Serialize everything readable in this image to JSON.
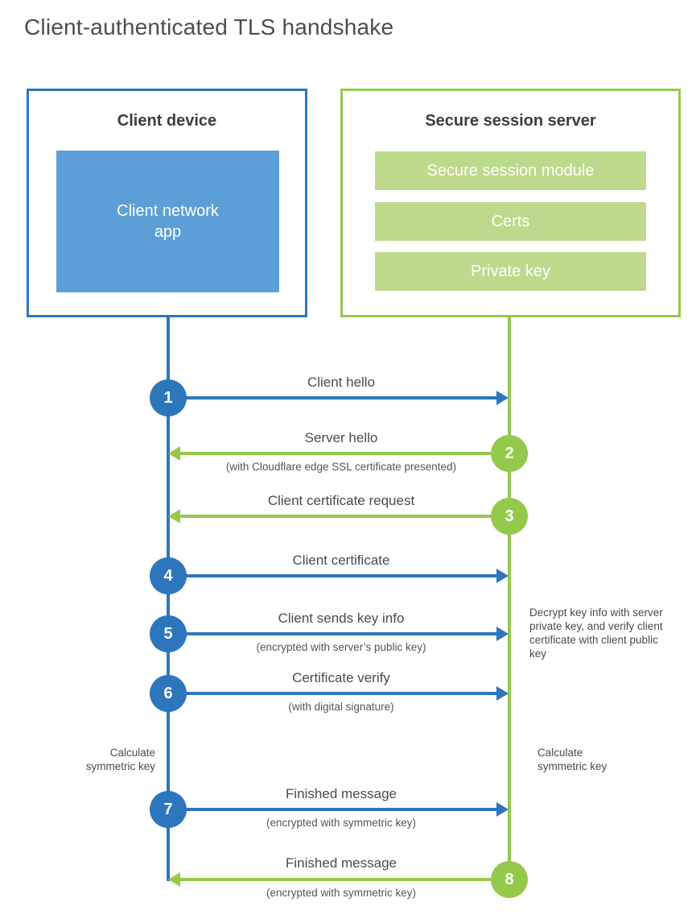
{
  "title": "Client-authenticated TLS handshake",
  "colors": {
    "blue": "#2e76bc",
    "light_blue": "#5c9fd6",
    "green": "#95c94c",
    "light_green": "#bdd98c",
    "text": "#4a4a4a",
    "white": "#ffffff"
  },
  "client_box": {
    "title": "Client device",
    "app_label": "Client network app"
  },
  "server_box": {
    "title": "Secure session server",
    "modules": [
      "Secure session module",
      "Certs",
      "Private key"
    ]
  },
  "steps": [
    {
      "number": "1",
      "from": "client",
      "direction": "right",
      "label": "Client hello",
      "sublabel": ""
    },
    {
      "number": "2",
      "from": "server",
      "direction": "left",
      "label": "Server hello",
      "sublabel": "(with Cloudflare edge SSL certificate presented)"
    },
    {
      "number": "3",
      "from": "server",
      "direction": "left",
      "label": "Client certificate request",
      "sublabel": ""
    },
    {
      "number": "4",
      "from": "client",
      "direction": "right",
      "label": "Client certificate",
      "sublabel": ""
    },
    {
      "number": "5",
      "from": "client",
      "direction": "right",
      "label": "Client sends key info",
      "sublabel": "(encrypted with server’s public key)"
    },
    {
      "number": "6",
      "from": "client",
      "direction": "right",
      "label": "Certificate verify",
      "sublabel": "(with digital signature)"
    },
    {
      "number": "7",
      "from": "client",
      "direction": "right",
      "label": "Finished message",
      "sublabel": "(encrypted with symmetric key)"
    },
    {
      "number": "8",
      "from": "server",
      "direction": "left",
      "label": "Finished message",
      "sublabel": "(encrypted with symmetric key)"
    }
  ],
  "notes": {
    "decrypt": "Decrypt key info with server private key, and verify client certificate with client public key",
    "client_calculate": "Calculate symmetric key",
    "server_calculate": "Calculate symmetric key"
  }
}
